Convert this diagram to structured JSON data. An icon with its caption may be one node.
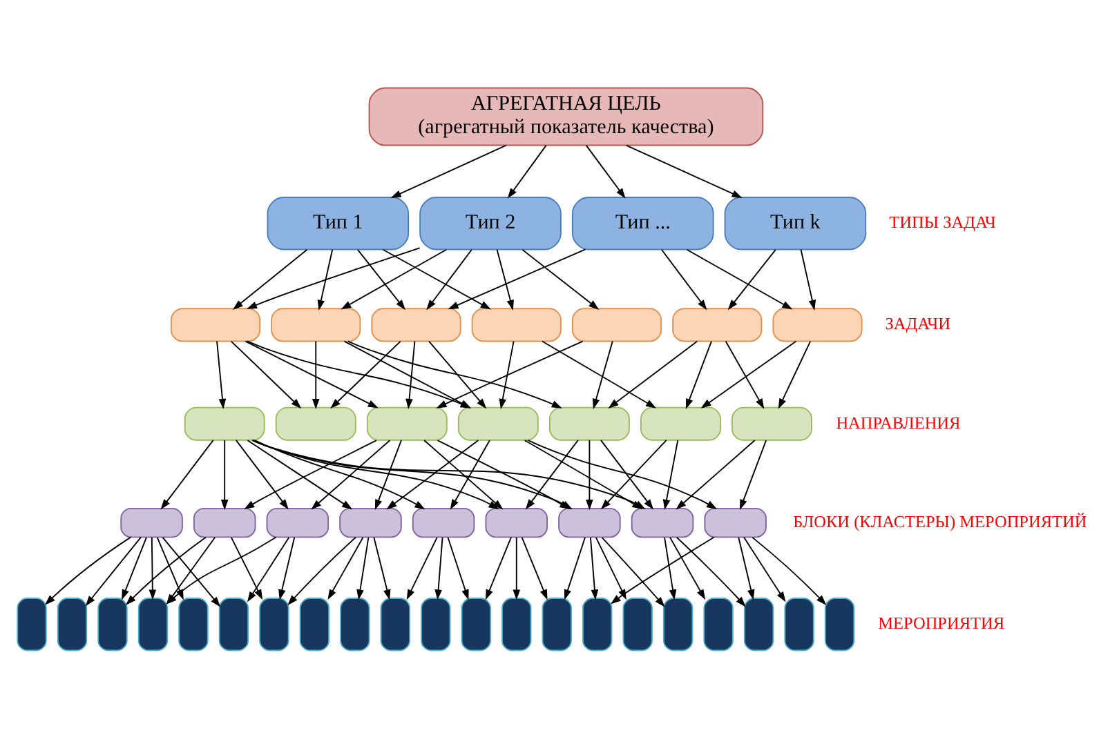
{
  "diagram": {
    "nodes": [
      {
        "text": [
          "АГРЕГАТНАЯ ЦЕЛЬ",
          "(агрегатный показатель качества)"
        ]
      },
      {
        "text": [
          "Тип 1"
        ]
      },
      {
        "text": [
          "Тип 2"
        ]
      },
      {
        "text": [
          "Тип ..."
        ]
      },
      {
        "text": [
          "Тип k"
        ]
      },
      {
        "text": [],
        "shape": "box"
      },
      {
        "text": [],
        "shape": "box"
      },
      {
        "text": [],
        "shape": "box"
      },
      {
        "text": [],
        "shape": "box"
      },
      {
        "text": [],
        "shape": "box"
      },
      {
        "text": [],
        "shape": "box"
      },
      {
        "text": [],
        "shape": "box"
      },
      {
        "text": [],
        "shape": "box"
      },
      {
        "text": [],
        "shape": "box"
      },
      {
        "text": [],
        "shape": "box"
      },
      {
        "text": [],
        "shape": "box"
      },
      {
        "text": [],
        "shape": "box"
      },
      {
        "text": [],
        "shape": "box"
      },
      {
        "text": [],
        "shape": "box"
      },
      {
        "text": [],
        "shape": "box"
      },
      {
        "text": [],
        "shape": "box"
      },
      {
        "text": [],
        "shape": "box"
      },
      {
        "text": [],
        "shape": "box"
      },
      {
        "text": [],
        "shape": "box"
      },
      {
        "text": [],
        "shape": "box"
      },
      {
        "text": [],
        "shape": "box"
      },
      {
        "text": [],
        "shape": "box"
      },
      {
        "text": [],
        "shape": "box"
      },
      {
        "text": [],
        "shape": "box"
      },
      {
        "text": [],
        "shape": "box"
      },
      {
        "text": [],
        "shape": "box"
      },
      {
        "text": [],
        "shape": "box"
      },
      {
        "text": [],
        "shape": "box"
      },
      {
        "text": [],
        "shape": "box"
      },
      {
        "text": [],
        "shape": "box"
      },
      {
        "text": [],
        "shape": "box"
      },
      {
        "text": [],
        "shape": "box"
      },
      {
        "text": [],
        "shape": "box"
      },
      {
        "text": [],
        "shape": "box"
      },
      {
        "text": [],
        "shape": "box"
      },
      {
        "text": [],
        "shape": "box"
      },
      {
        "text": [],
        "shape": "box"
      },
      {
        "text": [],
        "shape": "box"
      },
      {
        "text": [],
        "shape": "box"
      },
      {
        "text": [],
        "shape": "box"
      },
      {
        "text": [],
        "shape": "box"
      },
      {
        "text": [],
        "shape": "box"
      },
      {
        "text": [],
        "shape": "box"
      },
      {
        "text": [],
        "shape": "box"
      }
    ],
    "edges": [
      {
        "from": 0,
        "to": 1,
        "arrow": "to"
      },
      {
        "from": 0,
        "to": 2,
        "arrow": "to"
      },
      {
        "from": 0,
        "to": 3,
        "arrow": "to"
      },
      {
        "from": 0,
        "to": 4,
        "arrow": "to"
      },
      {
        "from": 1,
        "to": 5,
        "arrow": "to"
      },
      {
        "from": 1,
        "to": 6,
        "arrow": "to"
      },
      {
        "from": 1,
        "to": 7,
        "arrow": "to"
      },
      {
        "from": 1,
        "to": 8,
        "arrow": "to"
      },
      {
        "from": 2,
        "to": 5,
        "arrow": "to"
      },
      {
        "from": 2,
        "to": 6,
        "arrow": "to"
      },
      {
        "from": 2,
        "to": 7,
        "arrow": "to"
      },
      {
        "from": 2,
        "to": 8,
        "arrow": "to"
      },
      {
        "from": 2,
        "to": 9,
        "arrow": "to"
      },
      {
        "from": 3,
        "to": 7,
        "arrow": "to"
      },
      {
        "from": 3,
        "to": 10,
        "arrow": "to"
      },
      {
        "from": 3,
        "to": 11,
        "arrow": "to"
      },
      {
        "from": 4,
        "to": 10,
        "arrow": "to"
      },
      {
        "from": 4,
        "to": 11,
        "arrow": "to"
      },
      {
        "from": 5,
        "to": 12,
        "arrow": "to"
      },
      {
        "from": 5,
        "to": 13,
        "arrow": "to"
      },
      {
        "from": 5,
        "to": 14,
        "arrow": "to"
      },
      {
        "from": 5,
        "to": 15,
        "arrow": "to"
      },
      {
        "from": 6,
        "to": 13,
        "arrow": "to"
      },
      {
        "from": 6,
        "to": 15,
        "arrow": "to"
      },
      {
        "from": 6,
        "to": 16,
        "arrow": "to"
      },
      {
        "from": 7,
        "to": 13,
        "arrow": "to"
      },
      {
        "from": 7,
        "to": 14,
        "arrow": "to"
      },
      {
        "from": 7,
        "to": 15,
        "arrow": "to"
      },
      {
        "from": 8,
        "to": 15,
        "arrow": "to"
      },
      {
        "from": 8,
        "to": 17,
        "arrow": "to"
      },
      {
        "from": 9,
        "to": 14,
        "arrow": "to"
      },
      {
        "from": 9,
        "to": 16,
        "arrow": "to"
      },
      {
        "from": 10,
        "to": 16,
        "arrow": "to"
      },
      {
        "from": 10,
        "to": 17,
        "arrow": "to"
      },
      {
        "from": 10,
        "to": 18,
        "arrow": "to"
      },
      {
        "from": 11,
        "to": 17,
        "arrow": "to"
      },
      {
        "from": 11,
        "to": 18,
        "arrow": "to"
      },
      {
        "from": 12,
        "to": 19,
        "arrow": "to"
      },
      {
        "from": 12,
        "to": 20,
        "arrow": "to"
      },
      {
        "from": 12,
        "to": 21,
        "arrow": "to"
      },
      {
        "from": 12,
        "to": 22,
        "arrow": "to"
      },
      {
        "from": 12,
        "to": 23,
        "arrow": "to"
      },
      {
        "from": 12,
        "to": 24,
        "arrow": "to"
      },
      {
        "from": 12,
        "to": 25,
        "arrow": "to"
      },
      {
        "from": 12,
        "to": 26,
        "arrow": "to"
      },
      {
        "from": 14,
        "to": 20,
        "arrow": "to"
      },
      {
        "from": 14,
        "to": 21,
        "arrow": "to"
      },
      {
        "from": 14,
        "to": 22,
        "arrow": "to"
      },
      {
        "from": 14,
        "to": 24,
        "arrow": "to"
      },
      {
        "from": 14,
        "to": 25,
        "arrow": "to"
      },
      {
        "from": 15,
        "to": 22,
        "arrow": "to"
      },
      {
        "from": 15,
        "to": 23,
        "arrow": "to"
      },
      {
        "from": 15,
        "to": 26,
        "arrow": "to"
      },
      {
        "from": 15,
        "to": 27,
        "arrow": "to"
      },
      {
        "from": 16,
        "to": 24,
        "arrow": "to"
      },
      {
        "from": 16,
        "to": 25,
        "arrow": "to"
      },
      {
        "from": 16,
        "to": 26,
        "arrow": "to"
      },
      {
        "from": 17,
        "to": 25,
        "arrow": "to"
      },
      {
        "from": 17,
        "to": 26,
        "arrow": "to"
      },
      {
        "from": 18,
        "to": 26,
        "arrow": "to"
      },
      {
        "from": 18,
        "to": 27,
        "arrow": "to"
      },
      {
        "from": 19,
        "to": 28,
        "arrow": "to"
      },
      {
        "from": 19,
        "to": 29,
        "arrow": "to"
      },
      {
        "from": 19,
        "to": 30,
        "arrow": "to"
      },
      {
        "from": 19,
        "to": 31,
        "arrow": "to"
      },
      {
        "from": 19,
        "to": 32,
        "arrow": "to"
      },
      {
        "from": 19,
        "to": 33,
        "arrow": "to"
      },
      {
        "from": 20,
        "to": 30,
        "arrow": "to"
      },
      {
        "from": 20,
        "to": 31,
        "arrow": "to"
      },
      {
        "from": 20,
        "to": 34,
        "arrow": "to"
      },
      {
        "from": 21,
        "to": 31,
        "arrow": "to"
      },
      {
        "from": 21,
        "to": 33,
        "arrow": "to"
      },
      {
        "from": 21,
        "to": 34,
        "arrow": "to"
      },
      {
        "from": 22,
        "to": 34,
        "arrow": "to"
      },
      {
        "from": 22,
        "to": 35,
        "arrow": "to"
      },
      {
        "from": 22,
        "to": 36,
        "arrow": "to"
      },
      {
        "from": 22,
        "to": 37,
        "arrow": "to"
      },
      {
        "from": 23,
        "to": 37,
        "arrow": "to"
      },
      {
        "from": 23,
        "to": 38,
        "arrow": "to"
      },
      {
        "from": 23,
        "to": 39,
        "arrow": "to"
      },
      {
        "from": 24,
        "to": 39,
        "arrow": "to"
      },
      {
        "from": 24,
        "to": 40,
        "arrow": "to"
      },
      {
        "from": 24,
        "to": 41,
        "arrow": "to"
      },
      {
        "from": 25,
        "to": 41,
        "arrow": "to"
      },
      {
        "from": 25,
        "to": 42,
        "arrow": "to"
      },
      {
        "from": 25,
        "to": 43,
        "arrow": "to"
      },
      {
        "from": 25,
        "to": 44,
        "arrow": "to"
      },
      {
        "from": 26,
        "to": 44,
        "arrow": "to"
      },
      {
        "from": 26,
        "to": 45,
        "arrow": "to"
      },
      {
        "from": 26,
        "to": 46,
        "arrow": "to"
      },
      {
        "from": 27,
        "to": 42,
        "arrow": "to"
      },
      {
        "from": 27,
        "to": 46,
        "arrow": "to"
      },
      {
        "from": 27,
        "to": 47,
        "arrow": "to"
      },
      {
        "from": 27,
        "to": 48,
        "arrow": "to"
      }
    ],
    "labels": [
      "ТИПЫ ЗАДАЧ",
      "ЗАДАЧИ",
      "НАПРАВЛЕНИЯ",
      "БЛОКИ (КЛАСТЕРЫ) МЕРОПРИЯТИЙ",
      "МЕРОПРИЯТИЯ"
    ]
  }
}
